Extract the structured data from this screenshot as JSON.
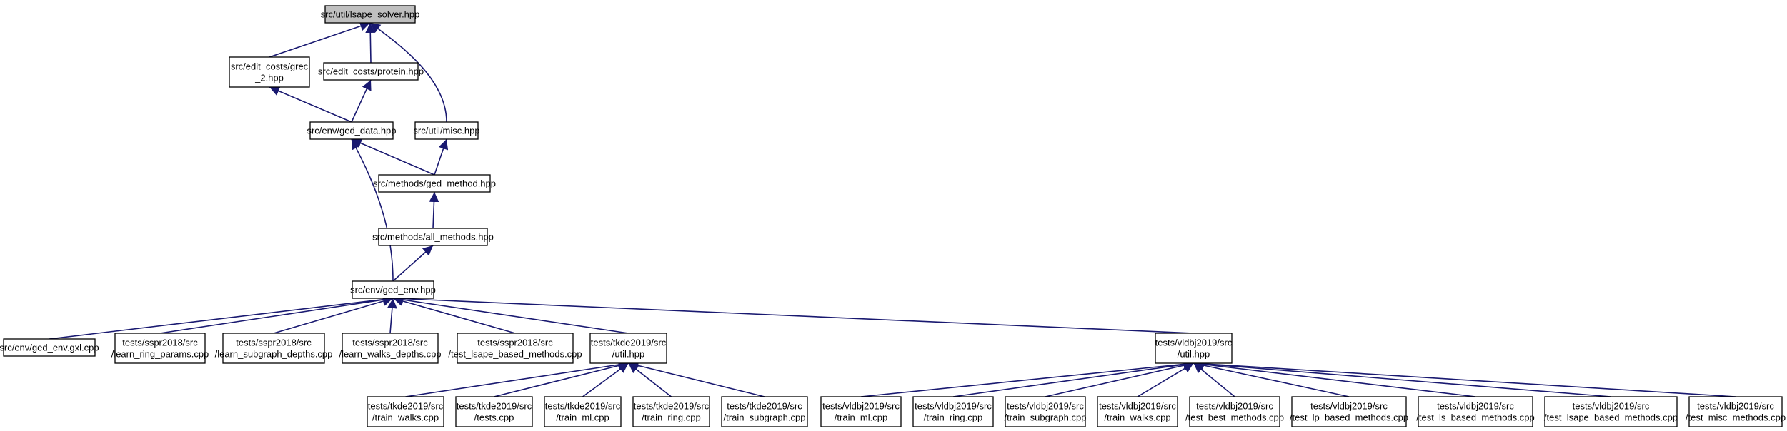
{
  "colors": {
    "edge": "#191970",
    "root_fill": "#bfbfbf",
    "node_fill": "#ffffff",
    "border": "#000000"
  },
  "nodes": {
    "lsape_solver": {
      "lines": [
        "src/util/lsape_solver.hpp"
      ]
    },
    "grec": {
      "lines": [
        "src/edit_costs/grec",
        "_2.hpp"
      ]
    },
    "protein": {
      "lines": [
        "src/edit_costs/protein.hpp"
      ]
    },
    "ged_data": {
      "lines": [
        "src/env/ged_data.hpp"
      ]
    },
    "misc": {
      "lines": [
        "src/util/misc.hpp"
      ]
    },
    "ged_method": {
      "lines": [
        "src/methods/ged_method.hpp"
      ]
    },
    "all_methods": {
      "lines": [
        "src/methods/all_methods.hpp"
      ]
    },
    "ged_env": {
      "lines": [
        "src/env/ged_env.hpp"
      ]
    },
    "ged_env_gxl": {
      "lines": [
        "src/env/ged_env.gxl.cpp"
      ]
    },
    "learn_ring_params": {
      "lines": [
        "tests/sspr2018/src",
        "/learn_ring_params.cpp"
      ]
    },
    "learn_subgraph_depths": {
      "lines": [
        "tests/sspr2018/src",
        "/learn_subgraph_depths.cpp"
      ]
    },
    "learn_walks_depths": {
      "lines": [
        "tests/sspr2018/src",
        "/learn_walks_depths.cpp"
      ]
    },
    "test_lsape_sspr": {
      "lines": [
        "tests/sspr2018/src",
        "/test_lsape_based_methods.cpp"
      ]
    },
    "tkde_util": {
      "lines": [
        "tests/tkde2019/src",
        "/util.hpp"
      ]
    },
    "vldbj_util": {
      "lines": [
        "tests/vldbj2019/src",
        "/util.hpp"
      ]
    },
    "tkde_train_walks": {
      "lines": [
        "tests/tkde2019/src",
        "/train_walks.cpp"
      ]
    },
    "tkde_tests": {
      "lines": [
        "tests/tkde2019/src",
        "/tests.cpp"
      ]
    },
    "tkde_train_ml": {
      "lines": [
        "tests/tkde2019/src",
        "/train_ml.cpp"
      ]
    },
    "tkde_train_ring": {
      "lines": [
        "tests/tkde2019/src",
        "/train_ring.cpp"
      ]
    },
    "tkde_train_subgraph": {
      "lines": [
        "tests/tkde2019/src",
        "/train_subgraph.cpp"
      ]
    },
    "vldbj_train_ml": {
      "lines": [
        "tests/vldbj2019/src",
        "/train_ml.cpp"
      ]
    },
    "vldbj_train_ring": {
      "lines": [
        "tests/vldbj2019/src",
        "/train_ring.cpp"
      ]
    },
    "vldbj_train_subgraph": {
      "lines": [
        "tests/vldbj2019/src",
        "/train_subgraph.cpp"
      ]
    },
    "vldbj_train_walks": {
      "lines": [
        "tests/vldbj2019/src",
        "/train_walks.cpp"
      ]
    },
    "vldbj_test_best": {
      "lines": [
        "tests/vldbj2019/src",
        "/test_best_methods.cpp"
      ]
    },
    "vldbj_test_lp": {
      "lines": [
        "tests/vldbj2019/src",
        "/test_lp_based_methods.cpp"
      ]
    },
    "vldbj_test_ls": {
      "lines": [
        "tests/vldbj2019/src",
        "/test_ls_based_methods.cpp"
      ]
    },
    "vldbj_test_lsape": {
      "lines": [
        "tests/vldbj2019/src",
        "/test_lsape_based_methods.cpp"
      ]
    },
    "vldbj_test_misc": {
      "lines": [
        "tests/vldbj2019/src",
        "/test_misc_methods.cpp"
      ]
    }
  },
  "edges": [
    [
      "grec",
      "lsape_solver"
    ],
    [
      "protein",
      "lsape_solver"
    ],
    [
      "misc",
      "lsape_solver"
    ],
    [
      "ged_data",
      "grec"
    ],
    [
      "ged_data",
      "protein"
    ],
    [
      "ged_method",
      "ged_data"
    ],
    [
      "ged_method",
      "misc"
    ],
    [
      "all_methods",
      "ged_method"
    ],
    [
      "ged_env",
      "all_methods"
    ],
    [
      "ged_env",
      "ged_data"
    ],
    [
      "ged_env_gxl",
      "ged_env"
    ],
    [
      "learn_ring_params",
      "ged_env"
    ],
    [
      "learn_subgraph_depths",
      "ged_env"
    ],
    [
      "learn_walks_depths",
      "ged_env"
    ],
    [
      "test_lsape_sspr",
      "ged_env"
    ],
    [
      "tkde_util",
      "ged_env"
    ],
    [
      "vldbj_util",
      "ged_env"
    ],
    [
      "tkde_train_walks",
      "tkde_util"
    ],
    [
      "tkde_tests",
      "tkde_util"
    ],
    [
      "tkde_train_ml",
      "tkde_util"
    ],
    [
      "tkde_train_ring",
      "tkde_util"
    ],
    [
      "tkde_train_subgraph",
      "tkde_util"
    ],
    [
      "vldbj_train_ml",
      "vldbj_util"
    ],
    [
      "vldbj_train_ring",
      "vldbj_util"
    ],
    [
      "vldbj_train_subgraph",
      "vldbj_util"
    ],
    [
      "vldbj_train_walks",
      "vldbj_util"
    ],
    [
      "vldbj_test_best",
      "vldbj_util"
    ],
    [
      "vldbj_test_lp",
      "vldbj_util"
    ],
    [
      "vldbj_test_ls",
      "vldbj_util"
    ],
    [
      "vldbj_test_lsape",
      "vldbj_util"
    ],
    [
      "vldbj_test_misc",
      "vldbj_util"
    ]
  ]
}
